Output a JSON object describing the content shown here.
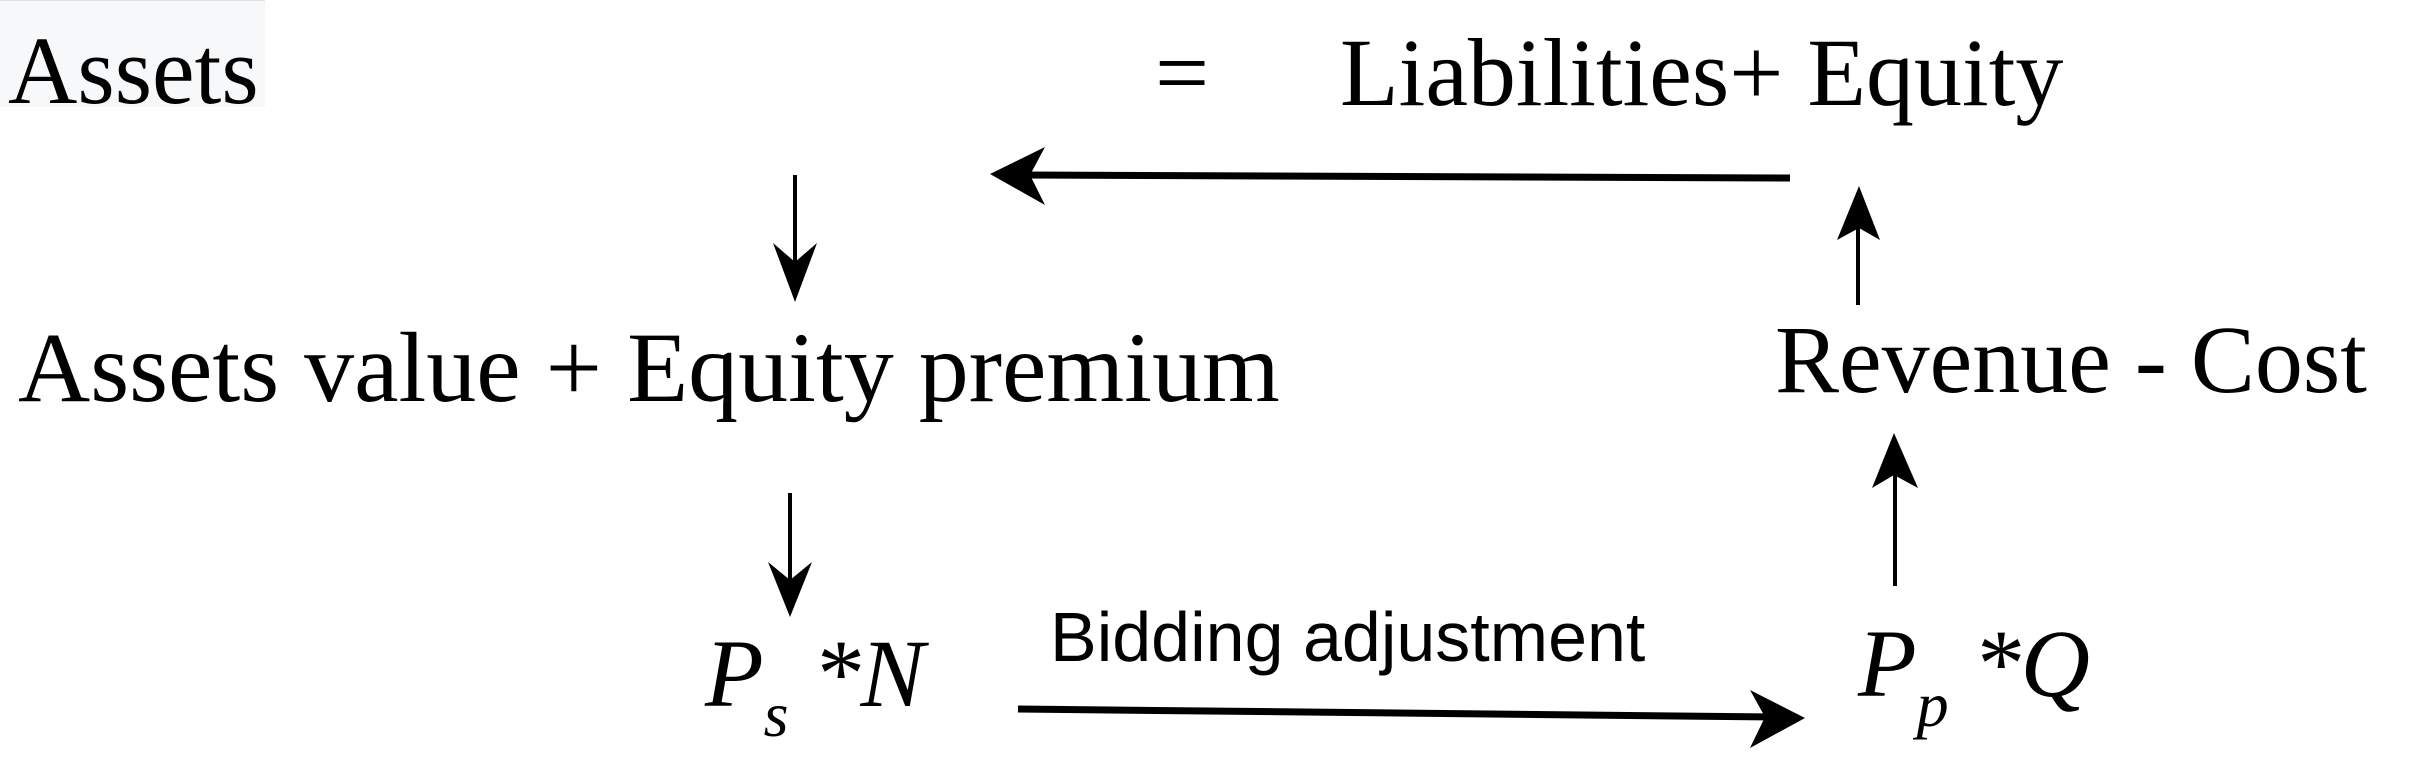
{
  "diagram": {
    "nodes": {
      "assets": "Assets",
      "equals": "=",
      "liabilities_equity": "Liabilities+ Equity",
      "assets_value_equity_premium": "Assets value + Equity premium",
      "revenue_cost": "Revenue - Cost",
      "ps_n": {
        "base": "P",
        "subscript": "s",
        "rest": " *N"
      },
      "pp_q": {
        "base": "P",
        "subscript": "p",
        "rest": " *Q"
      }
    },
    "edges": [
      {
        "from": "liabilities_equity",
        "to": "assets",
        "label": ""
      },
      {
        "from": "assets",
        "to": "assets_value_equity_premium",
        "label": ""
      },
      {
        "from": "assets_value_equity_premium",
        "to": "ps_n",
        "label": ""
      },
      {
        "from": "ps_n",
        "to": "pp_q",
        "label": "Bidding adjustment"
      },
      {
        "from": "pp_q",
        "to": "revenue_cost",
        "label": ""
      },
      {
        "from": "revenue_cost",
        "to": "liabilities_equity",
        "label": ""
      }
    ],
    "colors": {
      "text": "#000000",
      "arrow": "#000000",
      "assets_highlight": "#f7f8fa",
      "background": "#ffffff"
    }
  }
}
